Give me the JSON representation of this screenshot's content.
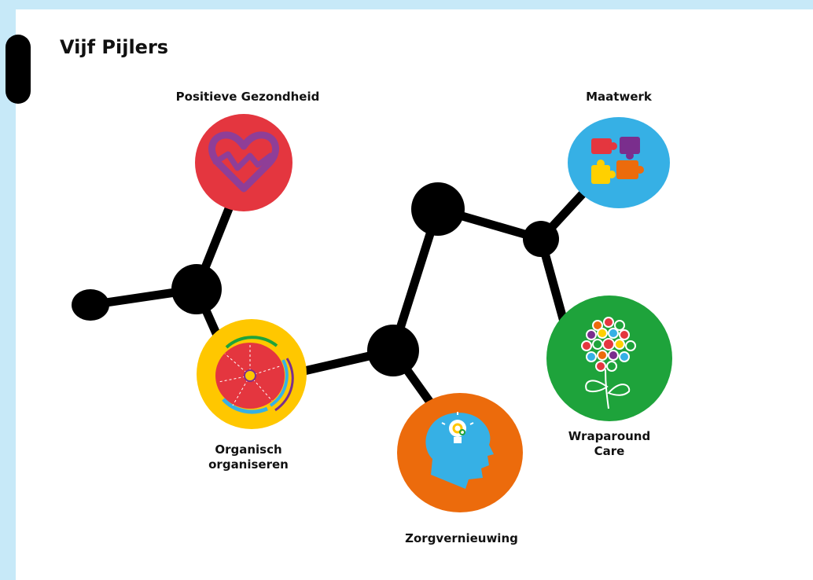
{
  "page": {
    "title": "Vijf Pijlers"
  },
  "pillars": [
    {
      "id": "positieve-gezondheid",
      "lines": [
        "Positieve Gezondheid"
      ],
      "color": "#e4363f",
      "icon": "heart-pulse-icon"
    },
    {
      "id": "maatwerk",
      "lines": [
        "Maatwerk"
      ],
      "color": "#36b0e5",
      "icon": "puzzle-icon"
    },
    {
      "id": "organisch-organiseren",
      "lines": [
        "Organisch",
        "organiseren"
      ],
      "color": "#ffc700",
      "icon": "organic-pie-icon"
    },
    {
      "id": "zorgvernieuwing",
      "lines": [
        "Zorgvernieuwing"
      ],
      "color": "#ec6b0c",
      "icon": "head-lightbulb-icon"
    },
    {
      "id": "wraparound-care",
      "lines": [
        "Wraparound",
        "Care"
      ],
      "color": "#1ea33b",
      "icon": "flower-icon"
    }
  ],
  "colors": {
    "background": "#c7e9f8",
    "card": "#ffffff",
    "node": "#000000",
    "edge": "#000000"
  }
}
